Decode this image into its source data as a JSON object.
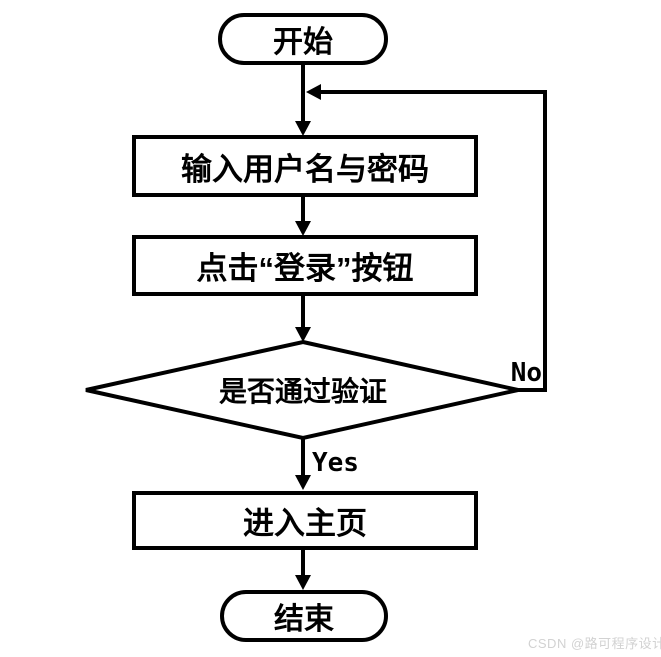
{
  "flowchart": {
    "nodes": {
      "start": {
        "type": "terminal",
        "label": "开始"
      },
      "input_credentials": {
        "type": "process",
        "label": "输入用户名与密码"
      },
      "click_login": {
        "type": "process",
        "label": "点击“登录”按钮"
      },
      "verify": {
        "type": "decision",
        "label": "是否通过验证"
      },
      "enter_home": {
        "type": "process",
        "label": "进入主页"
      },
      "end": {
        "type": "terminal",
        "label": "结束"
      }
    },
    "edge_labels": {
      "yes": "Yes",
      "no": "No"
    },
    "colors": {
      "stroke": "#000000",
      "fill": "#ffffff",
      "watermark_text": "#d2d2d2"
    }
  },
  "watermark": {
    "text": "CSDN @路可程序设计"
  }
}
